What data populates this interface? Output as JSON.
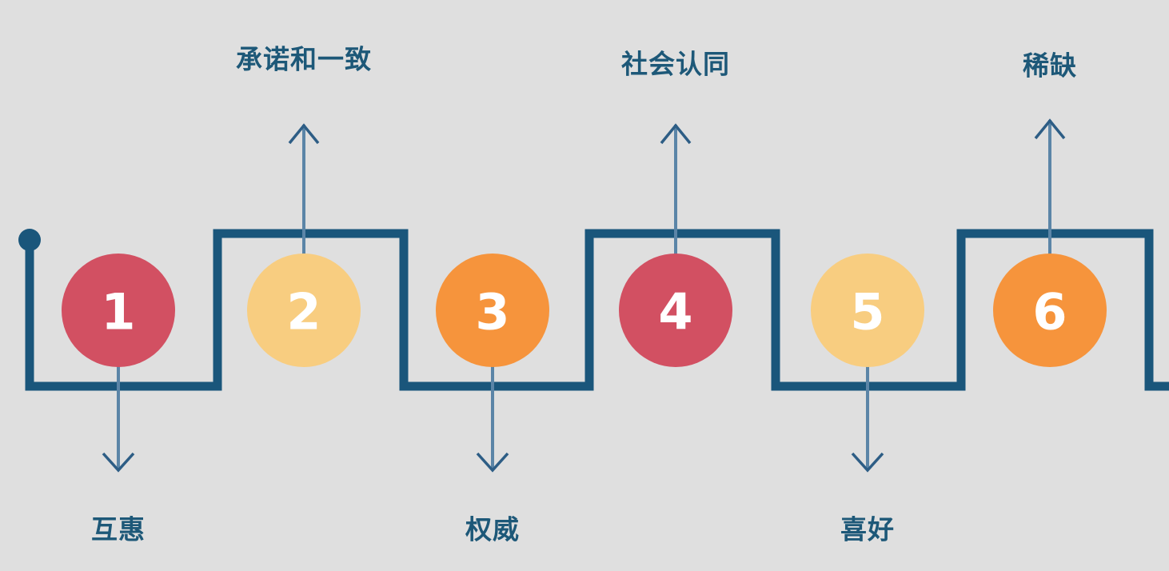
{
  "colors": {
    "background": "#dfdfdf",
    "line": "#1a567b",
    "arrow_shaft": "#5b85a7",
    "arrow_head": "#2d5d85",
    "label_text": "#1d5878",
    "number_text": "#ffffff",
    "red": "#d25062",
    "yellow": "#f8cd80",
    "orange": "#f6943c"
  },
  "steps": [
    {
      "number": "1",
      "label": "互惠",
      "color": "#d25062",
      "label_position": "below"
    },
    {
      "number": "2",
      "label": "承诺和一致",
      "color": "#f8cd80",
      "label_position": "above"
    },
    {
      "number": "3",
      "label": "权威",
      "color": "#f6943c",
      "label_position": "below"
    },
    {
      "number": "4",
      "label": "社会认同",
      "color": "#d25062",
      "label_position": "above"
    },
    {
      "number": "5",
      "label": "喜好",
      "color": "#f8cd80",
      "label_position": "below"
    },
    {
      "number": "6",
      "label": "稀缺",
      "color": "#f6943c",
      "label_position": "above"
    }
  ]
}
